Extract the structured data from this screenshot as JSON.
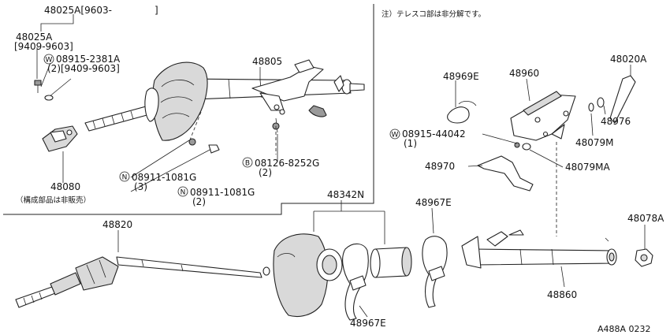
{
  "note": "注）テレスコ部は非分解です。",
  "box_note": "（構成部品は非販売）",
  "figure_code": "A488A 0232",
  "labels": {
    "p48025A_new": "48025A[9603-",
    "p48025A_new_close": "]",
    "p48025A": "48025A",
    "p48025A_date": "[9409-9603]",
    "w08915_2381A": "08915-2381A",
    "w08915_2381A_qty": "(2)[9409-9603]",
    "p48805": "48805",
    "p48080": "48080",
    "b08126": "08126-8252G",
    "b08126_qty": "(2)",
    "n08911_a": "08911-1081G",
    "n08911_a_qty": "(3)",
    "n08911_b": "08911-1081G",
    "n08911_b_qty": "(2)",
    "p48969E": "48969E",
    "p48960": "48960",
    "p48020A": "48020A",
    "w08915_44042": "08915-44042",
    "w08915_44042_qty": "(1)",
    "p48976": "48976",
    "p48079M": "48079M",
    "p48970": "48970",
    "p48079MA": "48079MA",
    "p48342N": "48342N",
    "p48967E_top": "48967E",
    "p48820": "48820",
    "p48078A": "48078A",
    "p48860": "48860",
    "p48967E_bot": "48967E"
  },
  "callout_letters": {
    "w1": "W",
    "n1": "N",
    "n2": "N",
    "b1": "B",
    "w2": "W"
  }
}
